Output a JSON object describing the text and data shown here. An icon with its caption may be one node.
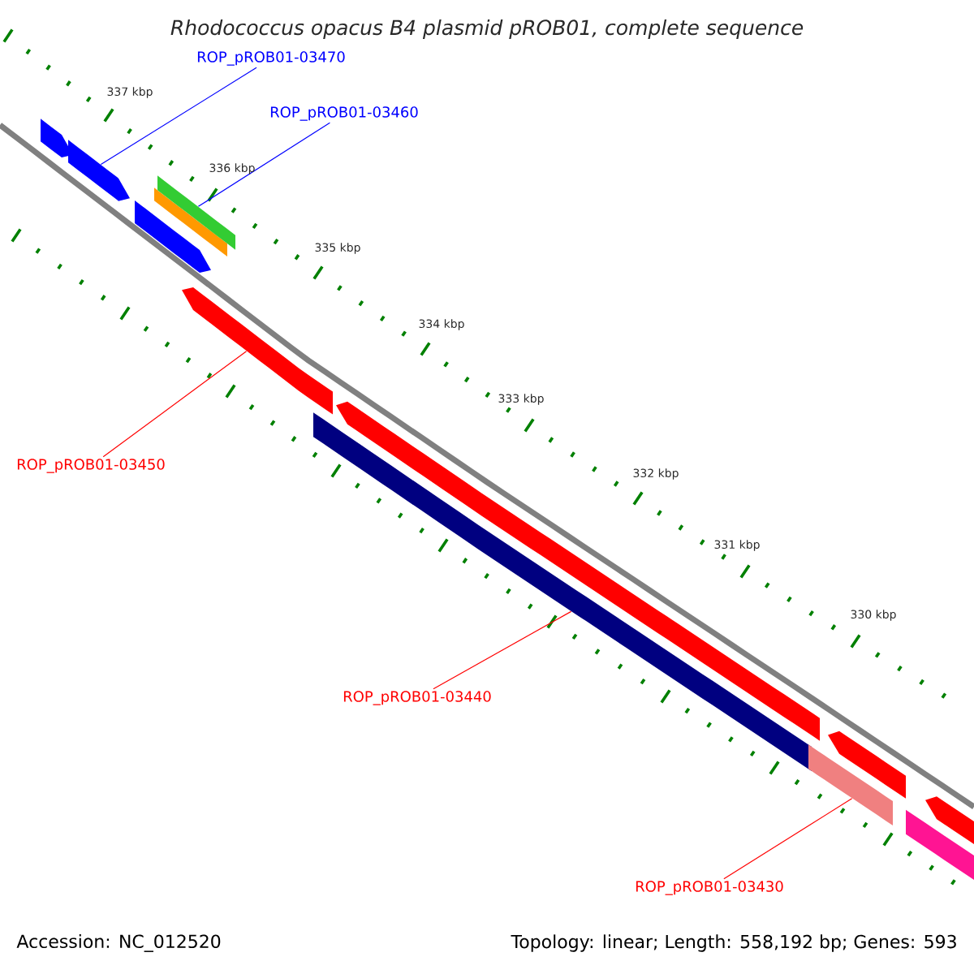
{
  "diagram": {
    "title": "Rhodococcus opacus B4 plasmid pROB01, complete sequence",
    "nodes": [
      {
        "text": [
          "ROP_pROB01-03470"
        ]
      },
      {
        "text": [
          "ROP_pROB01-03460"
        ]
      },
      {
        "text": [
          "ROP_pROB01-03450"
        ]
      },
      {
        "text": [
          "ROP_pROB01-03440"
        ]
      },
      {
        "text": [
          "ROP_pROB01-03430"
        ]
      },
      {
        "text": [],
        "shape": "bar"
      },
      {
        "text": [],
        "shape": "bar"
      },
      {
        "text": [],
        "shape": "bar"
      },
      {
        "text": [],
        "shape": "bar"
      },
      {
        "text": [],
        "shape": "bar"
      },
      {
        "text": [],
        "shape": "bar"
      },
      {
        "text": [],
        "shape": "bar"
      },
      {
        "text": [],
        "shape": "bar"
      },
      {
        "text": [],
        "shape": "bar"
      },
      {
        "text": [],
        "shape": "bar"
      },
      {
        "text": [],
        "shape": "bar"
      },
      {
        "text": [],
        "shape": "bar"
      }
    ],
    "edges": [
      {
        "from": 0,
        "to": 6,
        "arrow": "none",
        "color": "#0000ff"
      },
      {
        "from": 1,
        "to": 9,
        "arrow": "none",
        "color": "#0000ff"
      },
      {
        "from": 2,
        "to": 10,
        "arrow": "none"
      },
      {
        "from": 3,
        "to": 11,
        "arrow": "none"
      },
      {
        "from": 4,
        "to": 13,
        "arrow": "none"
      }
    ],
    "labels": [
      "337 kbp",
      "336 kbp",
      "335 kbp",
      "334 kbp",
      "333 kbp",
      "332 kbp",
      "331 kbp",
      "330 kbp",
      "Accession: NC_012520",
      "Topology: linear; Length: 558,192 bp; Genes: 593"
    ]
  }
}
